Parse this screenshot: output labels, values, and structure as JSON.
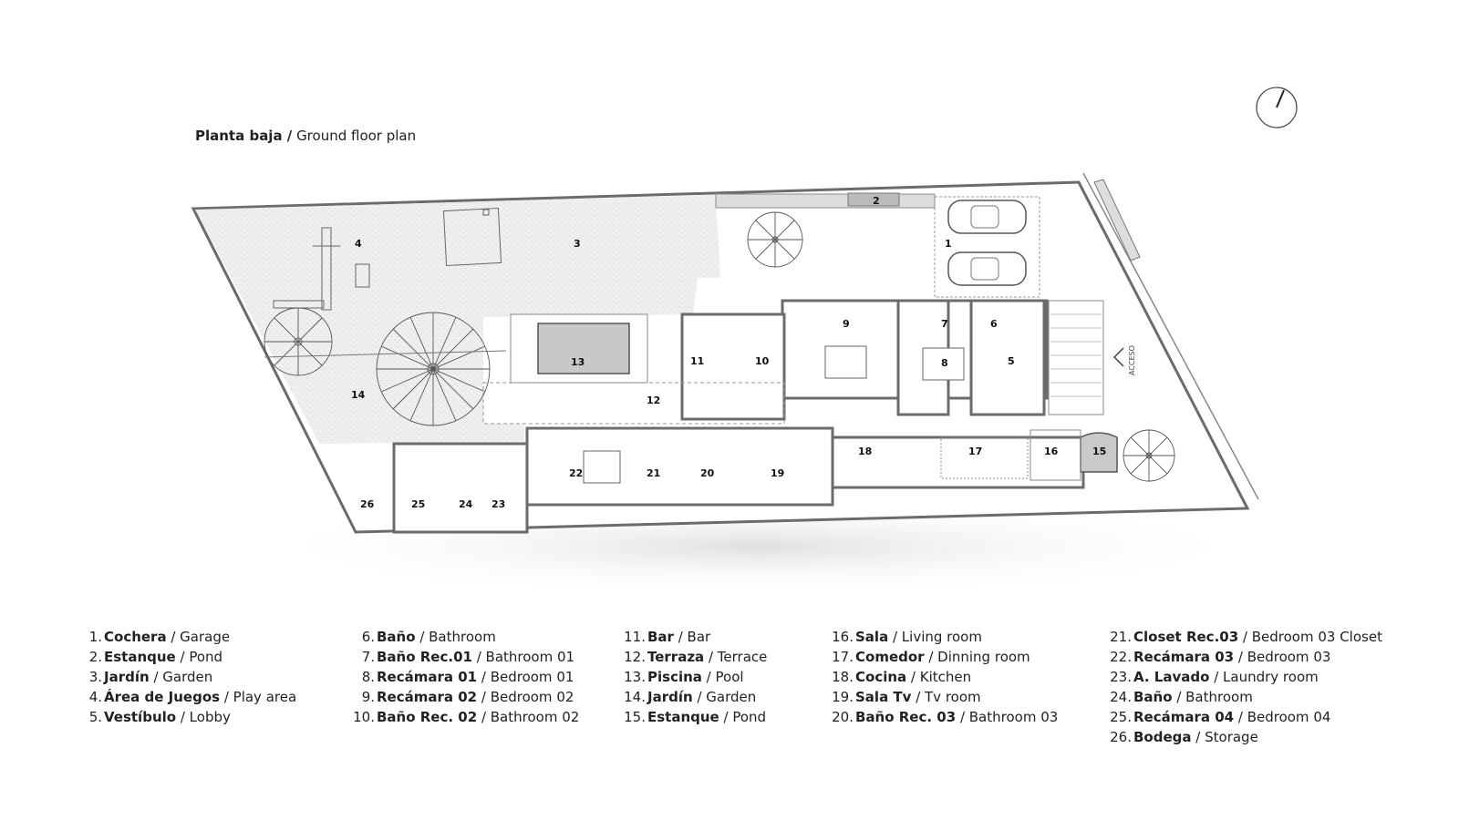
{
  "title": {
    "es": "Planta baja /",
    "en": "Ground floor plan"
  },
  "plan": {
    "acceso_label": "ACCESO",
    "room_numbers": [
      "1",
      "2",
      "3",
      "4",
      "5",
      "6",
      "7",
      "8",
      "9",
      "10",
      "11",
      "12",
      "13",
      "14",
      "15",
      "16",
      "17",
      "18",
      "19",
      "20",
      "21",
      "22",
      "23",
      "24",
      "25",
      "26"
    ]
  },
  "legend": {
    "columns": [
      [
        {
          "num": "1.",
          "es": "Cochera",
          "en": "Garage"
        },
        {
          "num": "2.",
          "es": "Estanque",
          "en": "Pond"
        },
        {
          "num": "3.",
          "es": "Jardín",
          "en": "Garden"
        },
        {
          "num": "4.",
          "es": "Área de Juegos",
          "en": "Play area"
        },
        {
          "num": "5.",
          "es": "Vestíbulo",
          "en": "Lobby"
        }
      ],
      [
        {
          "num": "6.",
          "es": "Baño",
          "en": "Bathroom"
        },
        {
          "num": "7.",
          "es": "Baño Rec.01",
          "en": "Bathroom 01"
        },
        {
          "num": "8.",
          "es": "Recámara 01",
          "en": "Bedroom 01"
        },
        {
          "num": "9.",
          "es": "Recámara 02",
          "en": "Bedroom 02"
        },
        {
          "num": "10.",
          "es": "Baño Rec. 02",
          "en": "Bathroom 02"
        }
      ],
      [
        {
          "num": "11.",
          "es": "Bar",
          "en": "Bar"
        },
        {
          "num": "12.",
          "es": "Terraza",
          "en": "Terrace"
        },
        {
          "num": "13.",
          "es": "Piscina",
          "en": "Pool"
        },
        {
          "num": "14.",
          "es": "Jardín",
          "en": "Garden"
        },
        {
          "num": "15.",
          "es": "Estanque",
          "en": "Pond"
        }
      ],
      [
        {
          "num": "16.",
          "es": "Sala",
          "en": "Living room"
        },
        {
          "num": "17.",
          "es": "Comedor",
          "en": "Dinning room"
        },
        {
          "num": "18.",
          "es": "Cocina",
          "en": "Kitchen"
        },
        {
          "num": "19.",
          "es": "Sala Tv",
          "en": "Tv room"
        },
        {
          "num": "20.",
          "es": "Baño Rec. 03",
          "en": "Bathroom 03"
        }
      ],
      [
        {
          "num": "21.",
          "es": "Closet Rec.03",
          "en": "Bedroom 03 Closet"
        },
        {
          "num": "22.",
          "es": "Recámara 03",
          "en": "Bedroom 03"
        },
        {
          "num": "23.",
          "es": "A. Lavado",
          "en": "Laundry room"
        },
        {
          "num": "24.",
          "es": "Baño",
          "en": "Bathroom"
        },
        {
          "num": "25.",
          "es": "Recámara 04",
          "en": "Bedroom 04"
        },
        {
          "num": "26.",
          "es": "Bodega",
          "en": "Storage"
        }
      ]
    ]
  },
  "colors": {
    "wall": "#6b6b6b",
    "garden": "#eeeeee",
    "pool": "#c8c8c8",
    "line": "#9a9a9a"
  }
}
